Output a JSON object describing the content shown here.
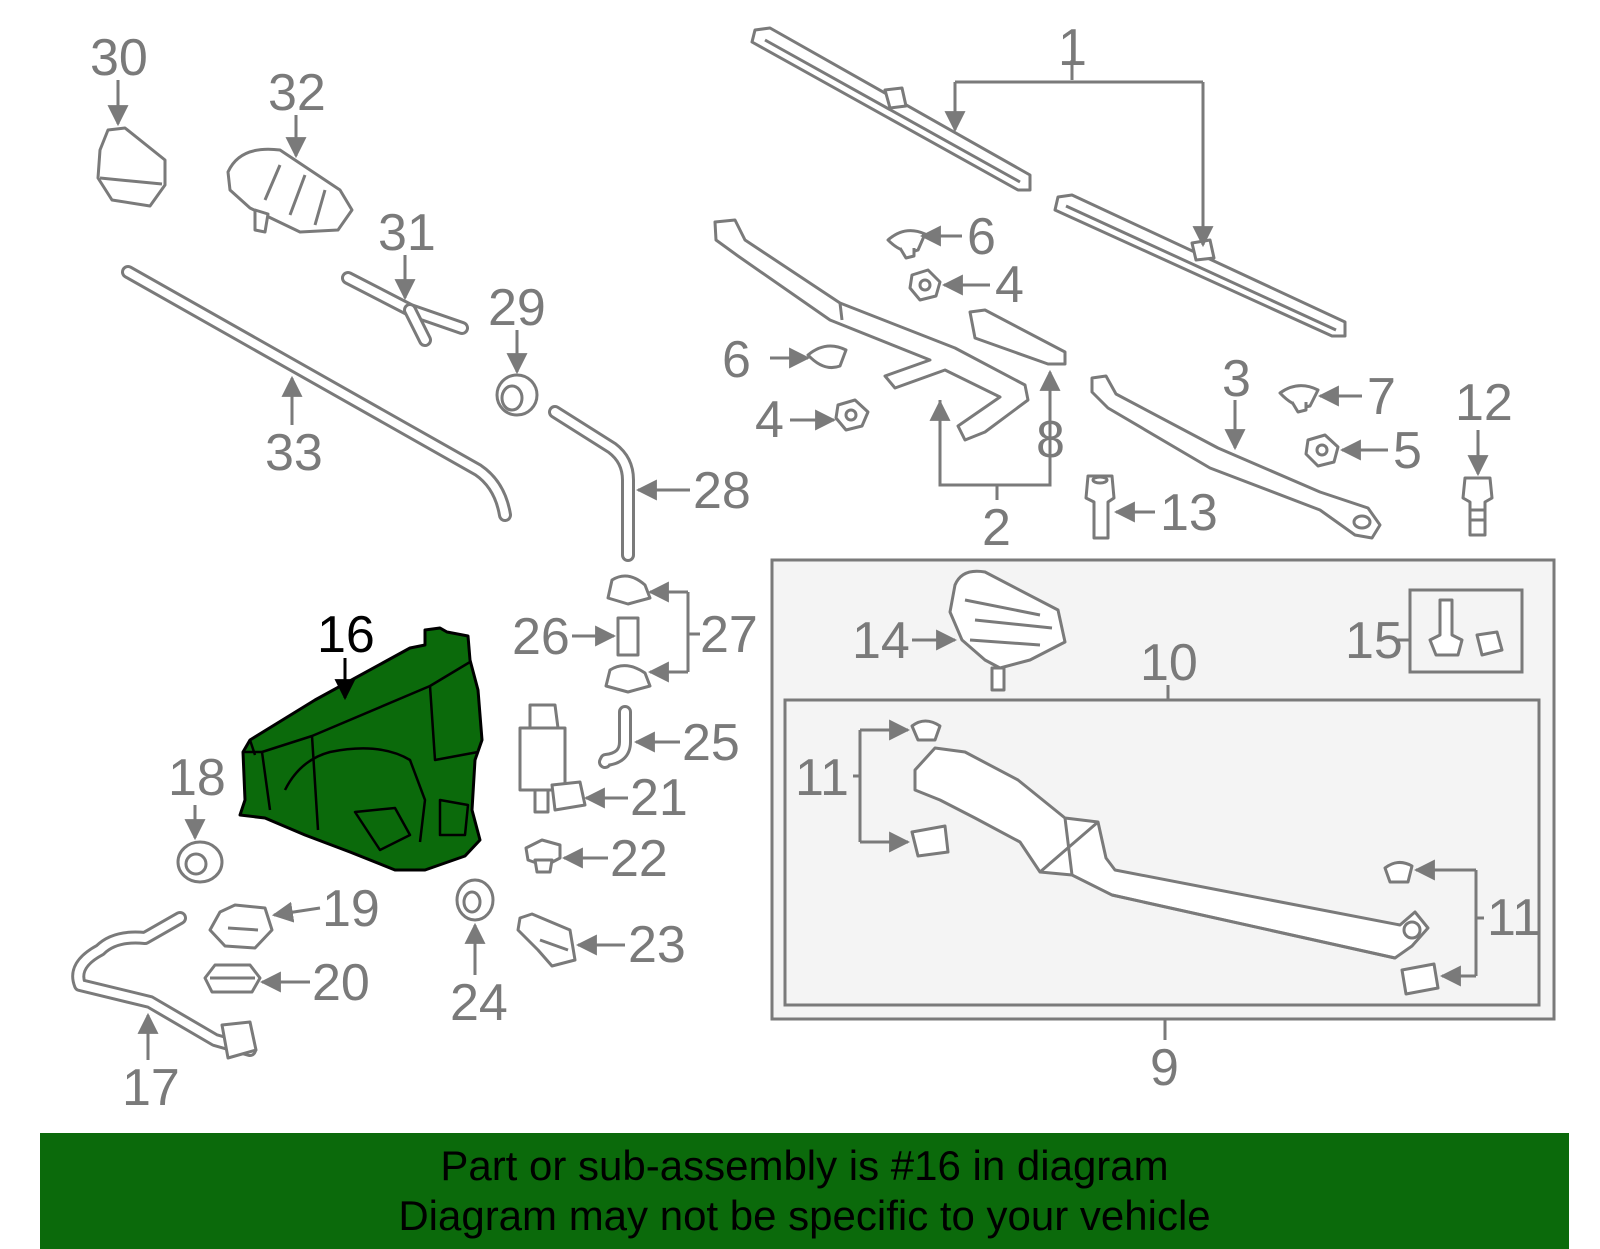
{
  "colors": {
    "highlight": "#0b6a0b",
    "line": "#7a7a7a",
    "label_highlight": "#000000"
  },
  "banner": {
    "line1": "Part or sub-assembly is #16 in diagram",
    "line2": "Diagram may not be specific to your vehicle"
  },
  "highlighted_part": "16",
  "callouts": {
    "c1": "1",
    "c2": "2",
    "c3": "3",
    "c4a": "4",
    "c4b": "4",
    "c5": "5",
    "c6a": "6",
    "c6b": "6",
    "c7": "7",
    "c8": "8",
    "c9": "9",
    "c10": "10",
    "c11a": "11",
    "c11b": "11",
    "c12": "12",
    "c13": "13",
    "c14": "14",
    "c15": "15",
    "c16": "16",
    "c17": "17",
    "c18": "18",
    "c19": "19",
    "c20": "20",
    "c21": "21",
    "c22": "22",
    "c23": "23",
    "c24": "24",
    "c25": "25",
    "c26": "26",
    "c27": "27",
    "c28": "28",
    "c29": "29",
    "c30": "30",
    "c31": "31",
    "c32": "32",
    "c33": "33"
  }
}
